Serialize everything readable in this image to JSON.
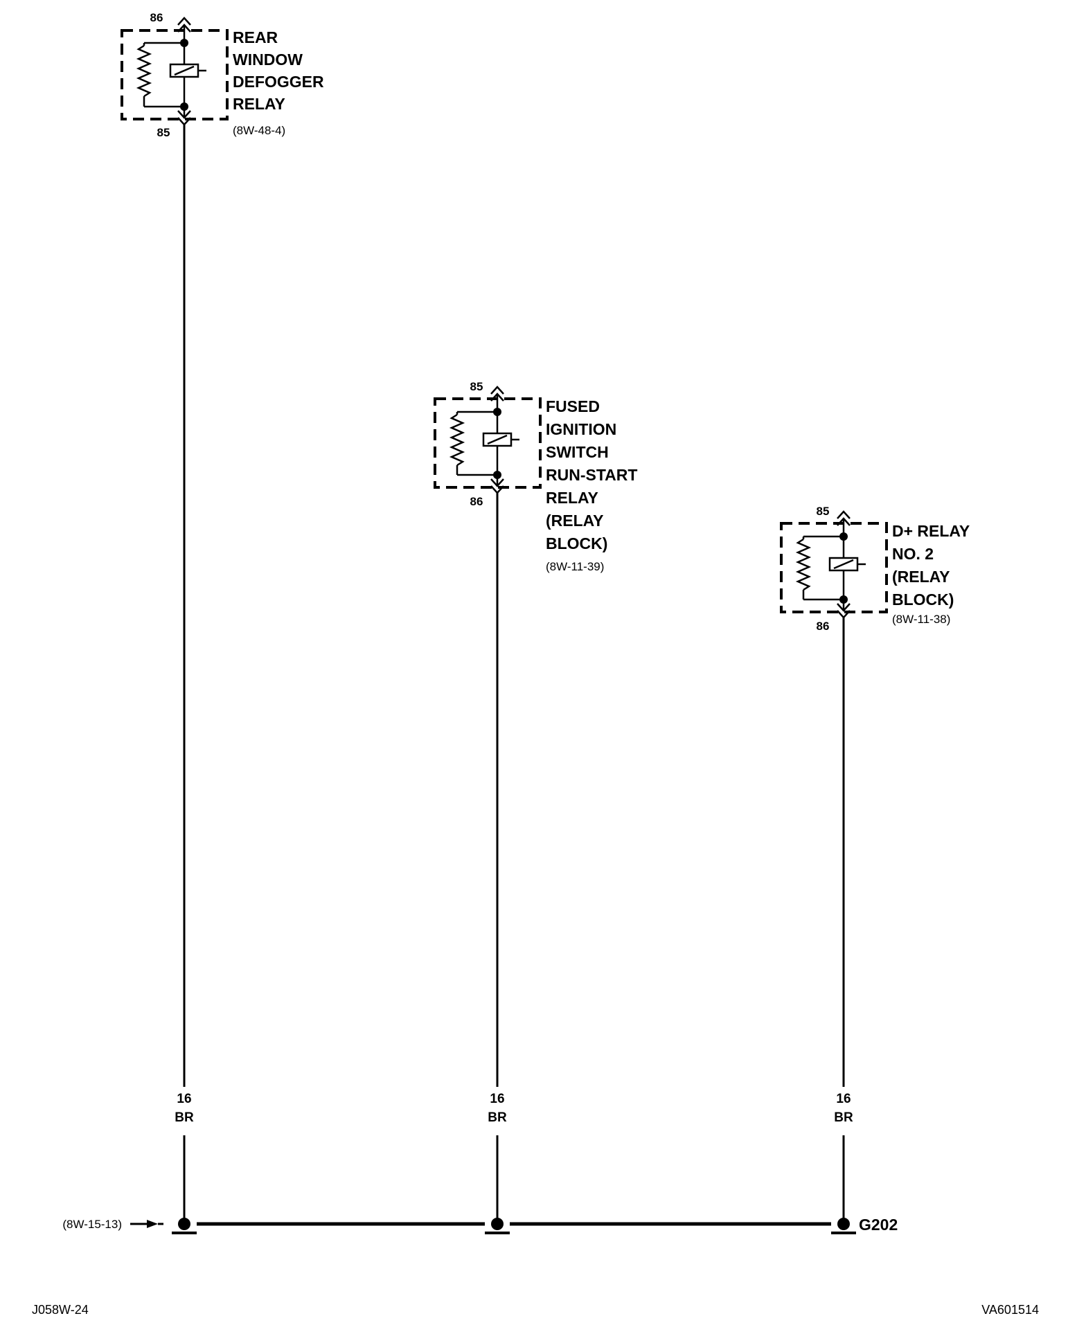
{
  "relays": [
    {
      "title_lines": [
        "REAR",
        "WINDOW",
        "DEFOGGER",
        "RELAY"
      ],
      "ref": "(8W-48-4)",
      "top_pin": "86",
      "bottom_pin": "85"
    },
    {
      "title_lines": [
        "FUSED",
        "IGNITION",
        "SWITCH",
        "RUN-START",
        "RELAY",
        "(RELAY",
        "BLOCK)"
      ],
      "ref": "(8W-11-39)",
      "top_pin": "85",
      "bottom_pin": "86"
    },
    {
      "title_lines": [
        "D+ RELAY",
        "NO. 2",
        "(RELAY",
        "BLOCK)"
      ],
      "ref": "(8W-11-38)",
      "top_pin": "85",
      "bottom_pin": "86"
    }
  ],
  "wires": [
    {
      "gauge": "16",
      "color": "BR"
    },
    {
      "gauge": "16",
      "color": "BR"
    },
    {
      "gauge": "16",
      "color": "BR"
    }
  ],
  "ground_bus": {
    "incoming_ref": "(8W-15-13)",
    "ground_label": "G202"
  },
  "footer": {
    "left_code": "J058W-24",
    "right_code": "VA601514"
  }
}
